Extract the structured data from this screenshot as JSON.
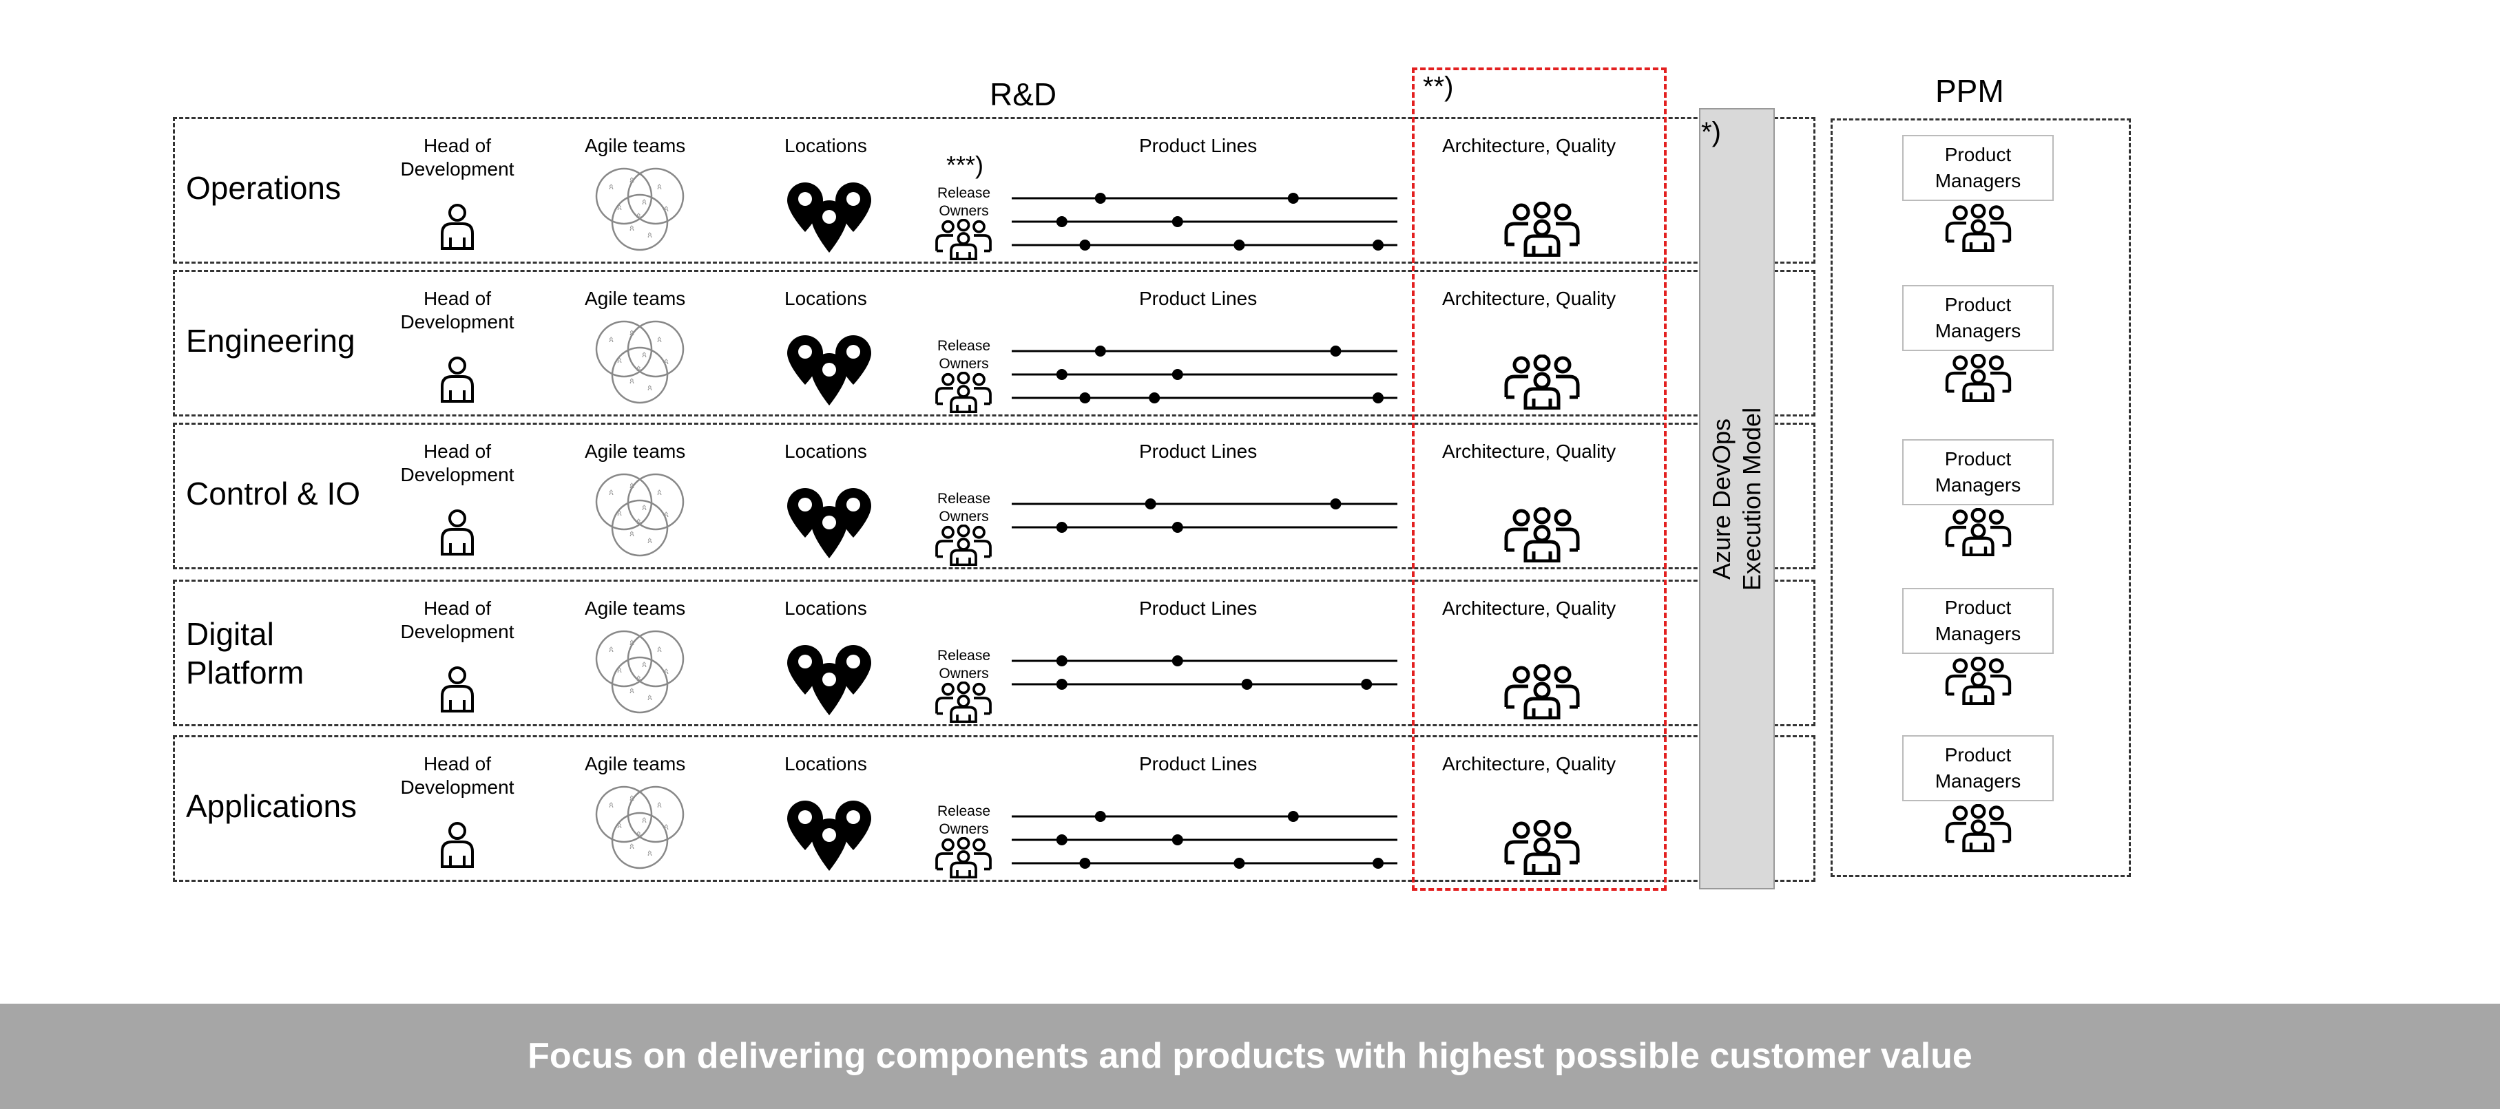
{
  "headers": {
    "rd": "R&D",
    "ppm": "PPM"
  },
  "notes": {
    "arch": "**)",
    "azure": "*)",
    "release": "***)"
  },
  "columns": {
    "head": "Head of Development",
    "teams": "Agile teams",
    "locations": "Locations",
    "product_lines": "Product Lines",
    "arch": "Architecture, Quality",
    "release_owners": "Release Owners"
  },
  "divisions": [
    {
      "name": "Operations"
    },
    {
      "name": "Engineering"
    },
    {
      "name": "Control & IO"
    },
    {
      "name": "Digital Platform"
    },
    {
      "name": "Applications"
    }
  ],
  "azure": {
    "label": "Azure DevOps Execution Model"
  },
  "ppm": {
    "pm_label": "Product Managers"
  },
  "footer": {
    "text": "Focus on delivering components and products with highest possible customer value"
  },
  "colors": {
    "accent_red": "#e32020",
    "footer_bg": "#a6a6a6",
    "azure_bg": "#d9d9d9"
  },
  "icons": [
    "person-icon",
    "agile-teams-venn-icon",
    "location-pins-icon",
    "team-group-icon"
  ]
}
